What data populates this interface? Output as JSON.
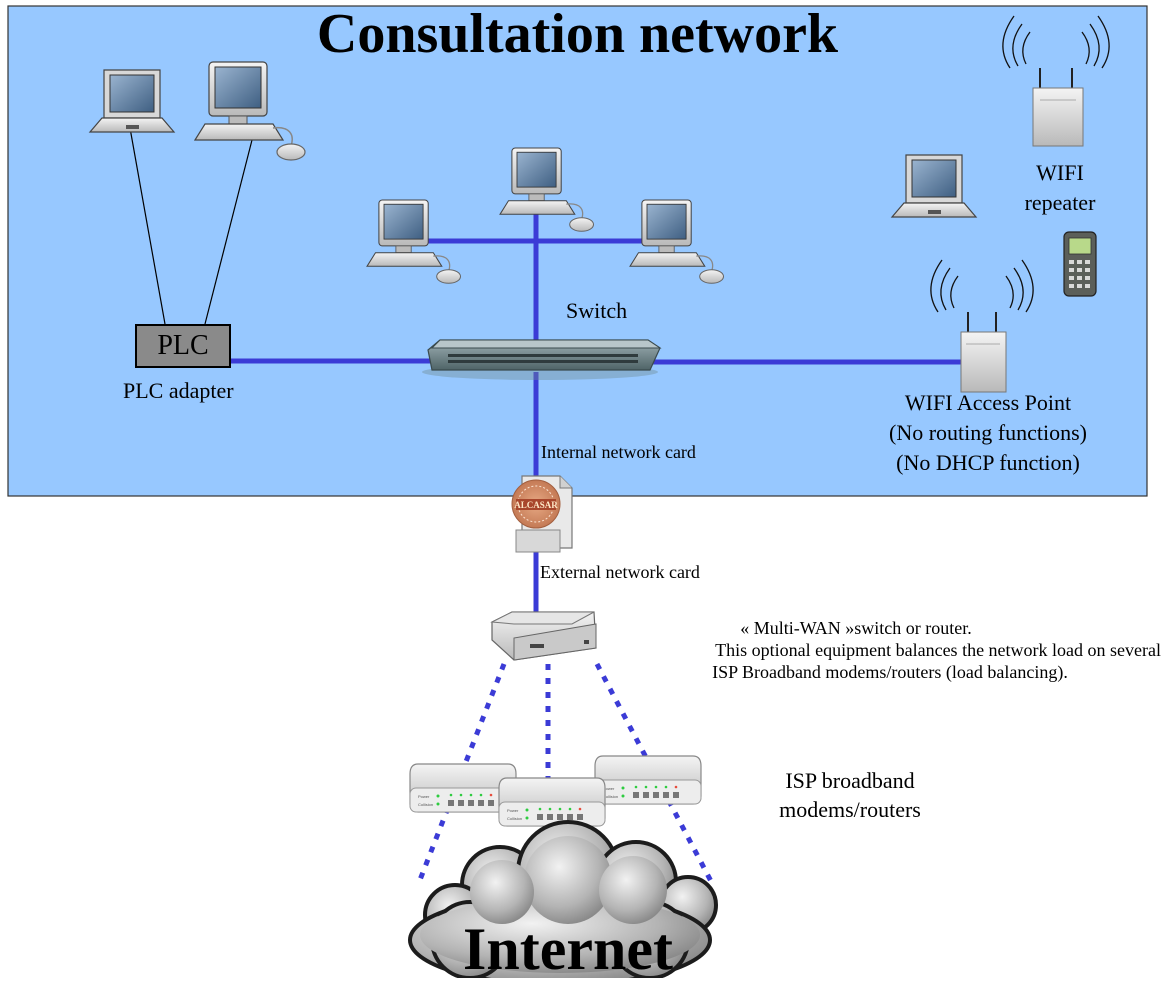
{
  "title": "Consultation network",
  "colors": {
    "network_bg": "#97c8ff",
    "link_blue": "#3b3bd6",
    "plc_box": "#8a8a8a"
  },
  "labels": {
    "switch": "Switch",
    "plc_box": "PLC",
    "plc_adapter": "PLC adapter",
    "wifi_repeater_line1": "WIFI",
    "wifi_repeater_line2": "repeater",
    "wifi_ap_line1": "WIFI Access Point",
    "wifi_ap_line2": "(No routing functions)",
    "wifi_ap_line3": "(No DHCP function)",
    "internal_card": "Internal network card",
    "external_card": "External network card",
    "alcasar": "ALCASAR",
    "multiwan_line1": "« Multi-WAN »switch or router.",
    "multiwan_line2": "This optional equipment balances the network load on several",
    "multiwan_line3": "ISP Broadband modems/routers (load balancing).",
    "isp_line1": "ISP broadband",
    "isp_line2": "modems/routers",
    "internet": "Internet"
  },
  "icons": [
    "laptop-icon",
    "desktop-computer-icon",
    "network-switch-icon",
    "wifi-access-point-icon",
    "wifi-repeater-icon",
    "mobile-phone-icon",
    "alcasar-server-icon",
    "multi-wan-router-icon",
    "broadband-modem-icon",
    "internet-cloud-icon"
  ]
}
